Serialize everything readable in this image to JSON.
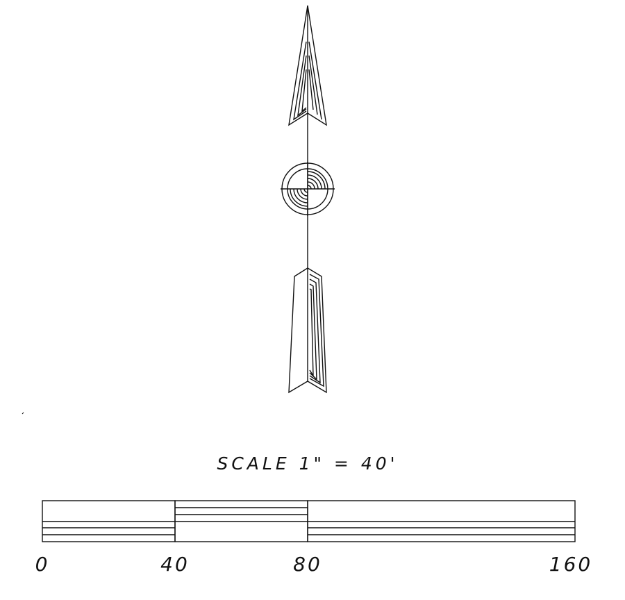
{
  "north_arrow": {
    "top_arrow_icon": "arrowhead-up",
    "center_icon": "circle-quadrant-target",
    "bottom_arrow_icon": "arrow-tail-feather"
  },
  "scale": {
    "title": "SCALE 1\" = 40'",
    "units_per_inch": 40,
    "unit": "feet",
    "ticks": [
      {
        "value": 0,
        "label": "0"
      },
      {
        "value": 40,
        "label": "40"
      },
      {
        "value": 80,
        "label": "80"
      },
      {
        "value": 160,
        "label": "160"
      }
    ],
    "max_value": 160
  },
  "colors": {
    "ink": "#111111",
    "background": "#ffffff"
  }
}
